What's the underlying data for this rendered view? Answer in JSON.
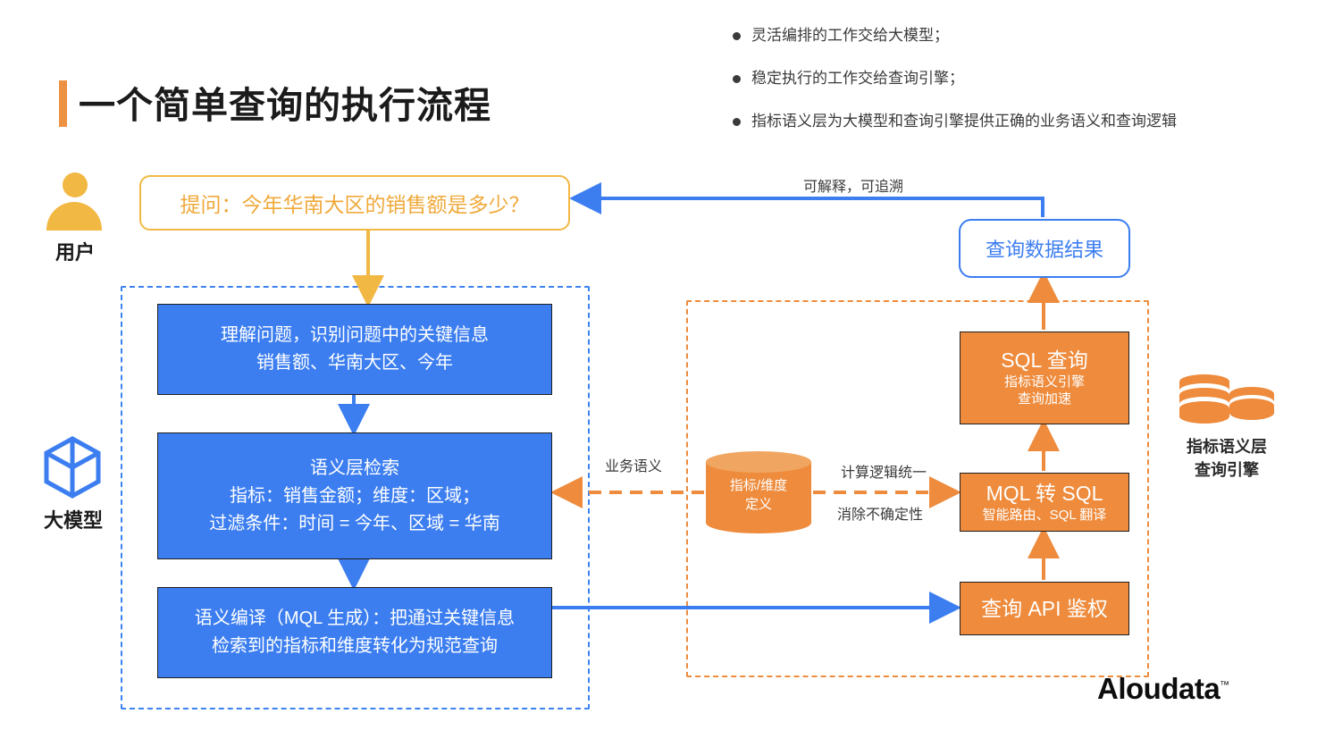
{
  "header": {
    "title": "一个简单查询的执行流程",
    "accent_bar_color": "#ED9142"
  },
  "bullets": [
    "灵活编排的工作交给大模型；",
    "稳定执行的工作交给查询引擎；",
    "指标语义层为大模型和查询引擎提供正确的业务语义和查询逻辑"
  ],
  "actors": {
    "user": {
      "label": "用户",
      "icon": "user-icon",
      "color": "#F2B844"
    },
    "llm": {
      "label": "大模型",
      "icon": "cube-icon",
      "color": "#3C7EF0"
    },
    "engine": {
      "label": "指标语义层\n查询引擎",
      "label_line1": "指标语义层",
      "label_line2": "查询引擎",
      "icon": "database-icon",
      "color": "#EE8B3C"
    }
  },
  "question": {
    "text": "提问：今年华南大区的销售额是多少？",
    "border_color": "#F2B844",
    "text_color": "#F0A93A"
  },
  "result": {
    "text": "查询数据结果",
    "border_color": "#3C7EF0",
    "text_color": "#3C7EF0"
  },
  "llm_flow": {
    "region_border_color": "#3C82F0",
    "steps": [
      {
        "name": "understand",
        "lines": [
          "理解问题，识别问题中的关键信息",
          "销售额、华南大区、今年"
        ]
      },
      {
        "name": "retrieval",
        "lines": [
          "语义层检索",
          "指标：销售金额；维度：区域；",
          "过滤条件：时间 = 今年、区域 = 华南"
        ]
      },
      {
        "name": "compile",
        "lines": [
          "语义编译（MQL 生成）：把通过关键信息",
          "检索到的指标和维度转化为规范查询"
        ]
      }
    ]
  },
  "engine_flow": {
    "region_border_color": "#EE8B3C",
    "steps": [
      {
        "name": "sql-query",
        "title": "SQL 查询",
        "sub_line1": "指标语义引擎",
        "sub_line2": "查询加速"
      },
      {
        "name": "mql-to-sql",
        "title": "MQL 转 SQL",
        "sub_line1": "智能路由、SQL 翻译",
        "sub_line2": ""
      },
      {
        "name": "api-auth",
        "title": "查询 API 鉴权",
        "sub_line1": "",
        "sub_line2": ""
      }
    ]
  },
  "semantic_store": {
    "label_line1": "指标/维度",
    "label_line2": "定义",
    "color": "#EE8B3C"
  },
  "edge_labels": {
    "traceable": "可解释，可追溯",
    "business_semantics": "业务语义",
    "unified_calc": "计算逻辑统一",
    "remove_uncertainty": "消除不确定性"
  },
  "brand": {
    "name": "Aloudata",
    "tm": "™"
  }
}
